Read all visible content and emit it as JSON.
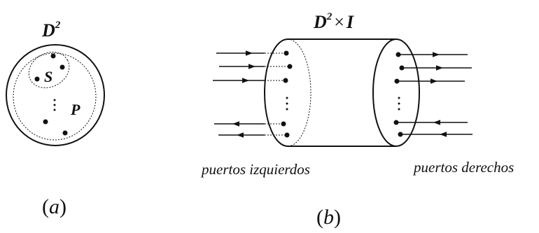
{
  "figure_a": {
    "title_base": "D",
    "title_sup": "2",
    "label_S": "S",
    "label_P": "P",
    "caption_open": "(",
    "caption_letter": "a",
    "caption_close": ")"
  },
  "figure_b": {
    "title_base": "D",
    "title_sup": "2",
    "title_times": "×",
    "title_I": "I",
    "left_ports_label": "puertos izquierdos",
    "right_ports_label": "puertos derechos",
    "caption_open": "(",
    "caption_letter": "b",
    "caption_close": ")"
  },
  "colors": {
    "stroke": "#111111",
    "background": "#ffffff"
  }
}
